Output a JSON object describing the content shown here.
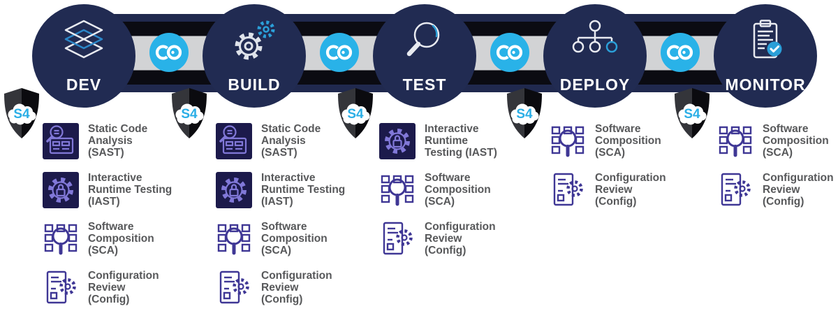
{
  "stages": [
    {
      "label": "DEV",
      "icon": "layers-icon",
      "activities": [
        {
          "type": "sast",
          "label": "Static Code\nAnalysis\n(SAST)"
        },
        {
          "type": "iast",
          "label": "Interactive\nRuntime Testing\n(IAST)"
        },
        {
          "type": "sca",
          "label": "Software\nComposition\n(SCA)"
        },
        {
          "type": "config",
          "label": "Configuration\nReview\n(Config)"
        }
      ]
    },
    {
      "label": "BUILD",
      "icon": "gears-icon",
      "activities": [
        {
          "type": "sast",
          "label": "Static Code\nAnalysis\n(SAST)"
        },
        {
          "type": "iast",
          "label": "Interactive\nRuntime Testing\n(IAST)"
        },
        {
          "type": "sca",
          "label": "Software\nComposition\n(SCA)"
        },
        {
          "type": "config",
          "label": "Configuration\nReview\n(Config)"
        }
      ]
    },
    {
      "label": "TEST",
      "icon": "magnifier-icon",
      "activities": [
        {
          "type": "iast",
          "label": "Interactive\nRuntime\nTesting (IAST)"
        },
        {
          "type": "sca",
          "label": "Software\nComposition\n(SCA)"
        },
        {
          "type": "config",
          "label": "Configuration\nReview\n(Config)"
        }
      ]
    },
    {
      "label": "DEPLOY",
      "icon": "sitemap-icon",
      "activities": [
        {
          "type": "sca",
          "label": "Software\nComposition\n(SCA)"
        },
        {
          "type": "config",
          "label": "Configuration\nReview\n(Config)"
        }
      ]
    },
    {
      "label": "MONITOR",
      "icon": "clipboard-check-icon",
      "activities": [
        {
          "type": "sca",
          "label": "Software\nComposition\n(SCA)"
        },
        {
          "type": "config",
          "label": "Configuration\nReview\n(Config)"
        }
      ]
    }
  ],
  "badge": {
    "label": "S4"
  },
  "connector": {
    "name": "infinity-loop"
  },
  "colors": {
    "circle_navy": "#212b52",
    "cyan": "#29b2e8",
    "ribbon_silver": "#d2d3d5",
    "ribbon_black": "#0b0b12",
    "ribbon_navy": "#20294e",
    "activity_purple": "#3f3795",
    "activity_icon_bg": "#1c1a4b",
    "activity_icon_light_purple": "#8178d8",
    "text_gray": "#57585a",
    "shield_dark": "#0b0b0f",
    "shield_light": "#34353a"
  }
}
